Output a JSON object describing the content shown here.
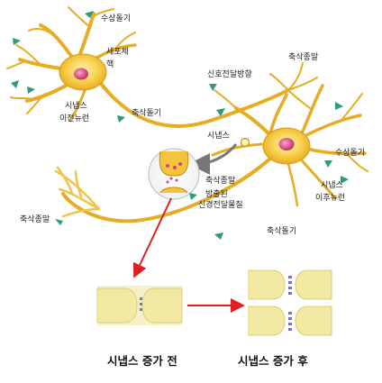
{
  "labels": {
    "dendrite_top": "수상돌기",
    "cell_body": "세포체",
    "nucleus": "핵",
    "axon_terminal_top": "축삭종말",
    "signal_direction": "신호전달방향",
    "presynaptic_line1": "시냅스",
    "presynaptic_line2": "이전뉴런",
    "axon_upper": "축삭돌기",
    "synapse": "시냅스",
    "dendrite_right": "수상돌기",
    "postsynaptic_line1": "시냅스",
    "postsynaptic_line2": "이후뉴런",
    "inset_terminal": "축삭종말",
    "released_line1": "방출된",
    "released_line2": "신경전달물질",
    "axon_terminal_left": "축삭종말",
    "axon_lower": "축삭돌기"
  },
  "captions": {
    "before": "시냅스 증가 전",
    "after": "시냅스 증가 후"
  },
  "colors": {
    "neuron_fill": "#f4c33a",
    "neuron_stroke": "#c98a12",
    "nucleus": "#d0457c",
    "synapse_pad": "#f2eaa2",
    "receptor": "#7b74b8",
    "arrow_red": "#e02020",
    "arrow_green": "#2f9a7c",
    "arrow_gray": "#777777"
  }
}
